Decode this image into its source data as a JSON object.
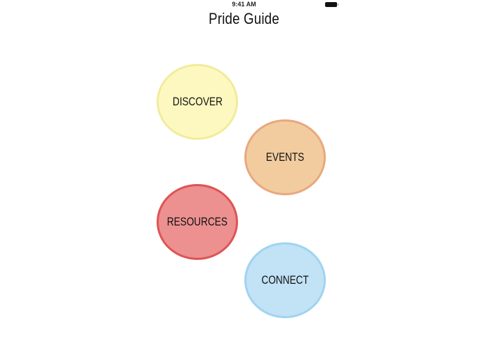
{
  "status_bar": {
    "time": "9:41 AM",
    "battery_icon": "battery-full-icon"
  },
  "header": {
    "title": "Pride Guide"
  },
  "menu": [
    {
      "label": "DISCOVER",
      "fill": "#fdf8bf",
      "border": "#f1ec9c"
    },
    {
      "label": "EVENTS",
      "fill": "#f2cc9f",
      "border": "#e8a87e"
    },
    {
      "label": "RESOURCES",
      "fill": "#ec9090",
      "border": "#de5454"
    },
    {
      "label": "CONNECT",
      "fill": "#c2e2f5",
      "border": "#9fd4f0"
    }
  ]
}
